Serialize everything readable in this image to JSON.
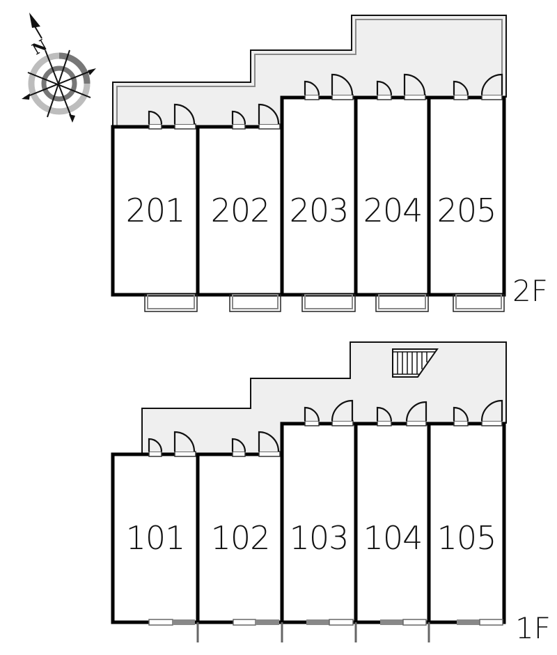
{
  "compass": {
    "icon": "north-arrow-compass-icon",
    "label": "N"
  },
  "floors": [
    {
      "id": "2F",
      "label": "2F",
      "units": [
        "201",
        "202",
        "203",
        "204",
        "205"
      ]
    },
    {
      "id": "1F",
      "label": "1F",
      "units": [
        "101",
        "102",
        "103",
        "104",
        "105"
      ]
    }
  ],
  "features": {
    "staircase": "stair-icon",
    "corridor_color": "#efefef",
    "wall_color": "#000000"
  }
}
